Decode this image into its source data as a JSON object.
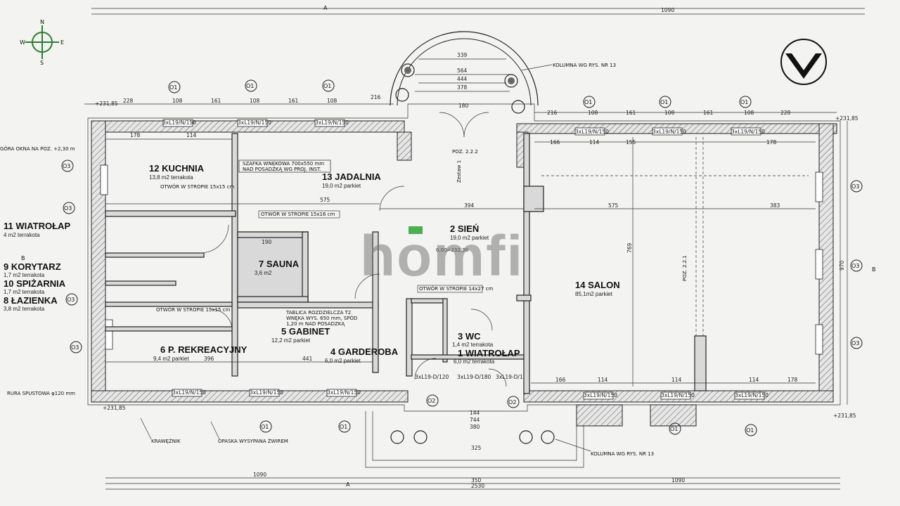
{
  "watermark": {
    "text": "homfi",
    "accent_color": "#4caf50"
  },
  "compass": {
    "n": "N",
    "s": "S",
    "e": "E",
    "w": "W"
  },
  "rooms": [
    {
      "num": "12",
      "name": "KUCHNIA",
      "area": "13,8 m2 terrakota"
    },
    {
      "num": "13",
      "name": "JADALNIA",
      "area": "19,0 m2 parkiet"
    },
    {
      "num": "11",
      "name": "WIATROŁAP",
      "area": "4 m2 terrakota"
    },
    {
      "num": "9",
      "name": "KORYTARZ",
      "area": "1,7 m2 terrakota"
    },
    {
      "num": "10",
      "name": "SPIŻARNIA",
      "area": "1,7 m2 terrakota"
    },
    {
      "num": "8",
      "name": "ŁAZIENKA",
      "area": "3,8 m2 terrakota"
    },
    {
      "num": "7",
      "name": "SAUNA",
      "area": "3,6 m2"
    },
    {
      "num": "2",
      "name": "SIEŃ",
      "area": "19,0 m2 parkiet"
    },
    {
      "num": "14",
      "name": "SALON",
      "area": "85,1m2 parkiet"
    },
    {
      "num": "5",
      "name": "GABINET",
      "area": "12,2 m2 parkiet"
    },
    {
      "num": "6",
      "name": "P. REKREACYJNY",
      "area": "9,4 m2 parkiet"
    },
    {
      "num": "4",
      "name": "GARDEROBA",
      "area": "6,0 m2 parkiet"
    },
    {
      "num": "3",
      "name": "WC",
      "area": "1,4 m2 terrakota"
    },
    {
      "num": "1",
      "name": "WIATROŁAP",
      "area": "6,0 m2 terrakota"
    }
  ],
  "notes": {
    "gora_okna": "GÓRA OKNA NA POZ. +2,30 m",
    "szafka": "SZAFKA WNĘKOWA 700x550 mm",
    "posadzka": "NAD POSADZKĄ WG PROJ. INST.",
    "otwor_kuchnia": "OTWÓR W STROPIE 15x15 cm",
    "otwor_sauna": "OTWÓR W STROPIE 15x16 cm",
    "otwor_lazienka": "OTWÓR W STROPIE 15x15 cm",
    "otwor_sien": "OTWÓR W STROPIE 14x27 cm",
    "tablica_1": "TABLICA ROZDZIELCZA T2",
    "tablica_2": "WNĘKA WYS. 650 mm, SPÓD",
    "tablica_3": "1,20 m NAD POSADZKĄ",
    "kolumna_top": "KOLUMNA WG RYS. NR 13",
    "kolumna_bottom": "KOLUMNA WG RYS. NR 13",
    "rura": "RURA SPUSTOWA φ120 mm",
    "krawez": "KRAWĘŻNIK",
    "opaska": "OPASKA WYSYPANA ŻWIREM",
    "poz_top": "POZ. 2.2.2",
    "poz_right": "POZ. 2.2.1",
    "zestaw": "Zestaw 1",
    "level": "0,00=232,30"
  },
  "axes": {
    "a": "A",
    "b": "B",
    "o1": "O1",
    "o2": "O2",
    "o3": "O3"
  },
  "dims": {
    "top_total": "1090",
    "bottom_total": "2530",
    "bottom_left": "1090",
    "bottom_right": "1090",
    "bottom_mid": "350",
    "bay_339": "339",
    "bay_564": "564",
    "bay_444": "444",
    "bay_378": "378",
    "bay_180": "180",
    "d228": "228",
    "d108": "108",
    "d161": "161",
    "d216": "216",
    "d114": "114",
    "d178": "178",
    "d575": "575",
    "d394": "394",
    "d383": "383",
    "d769": "769",
    "d970": "970",
    "d166": "166",
    "d155": "155",
    "d441": "441",
    "d396": "396",
    "d190": "190",
    "d144": "144",
    "d744": "744",
    "d380": "380",
    "d325": "325",
    "lvl_left": "+231,85",
    "lvl_right": "+231,85",
    "win": "3xL19/N/150",
    "door": "3xL19-D/120",
    "door2": "3xL19-D/180"
  }
}
